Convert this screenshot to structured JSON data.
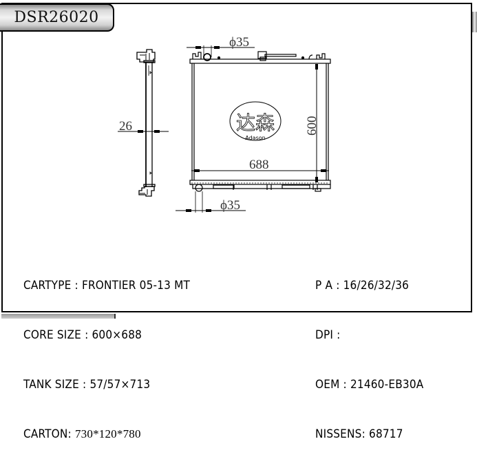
{
  "header": {
    "part_number": "DSR26020"
  },
  "drawing": {
    "dimensions": {
      "top_pipe_diameter": "ϕ35",
      "bottom_pipe_diameter": "ϕ35",
      "core_height": "600",
      "core_width": "688",
      "core_thickness": "26"
    },
    "logo": {
      "chinese_text": "达森",
      "brand": "Adason"
    }
  },
  "specs_left": [
    {
      "label": "CARTYPE",
      "separator": " : ",
      "value": "FRONTIER 05-13 MT"
    },
    {
      "label": "CORE SIZE",
      "separator": " : ",
      "value": "600×688"
    },
    {
      "label": "TANK SIZE",
      "separator": " : ",
      "value": "57/57×713"
    },
    {
      "label": "CARTON",
      "separator": ": ",
      "value": "730*120*780"
    }
  ],
  "specs_right": [
    {
      "label": "P A",
      "separator": " : ",
      "value": "16/26/32/36"
    },
    {
      "label": "DPI",
      "separator": " : ",
      "value": ""
    },
    {
      "label": "OEM",
      "separator": " : ",
      "value": "21460-EB30A"
    },
    {
      "label": "NISSENS",
      "separator": ": ",
      "value": "68717"
    }
  ]
}
